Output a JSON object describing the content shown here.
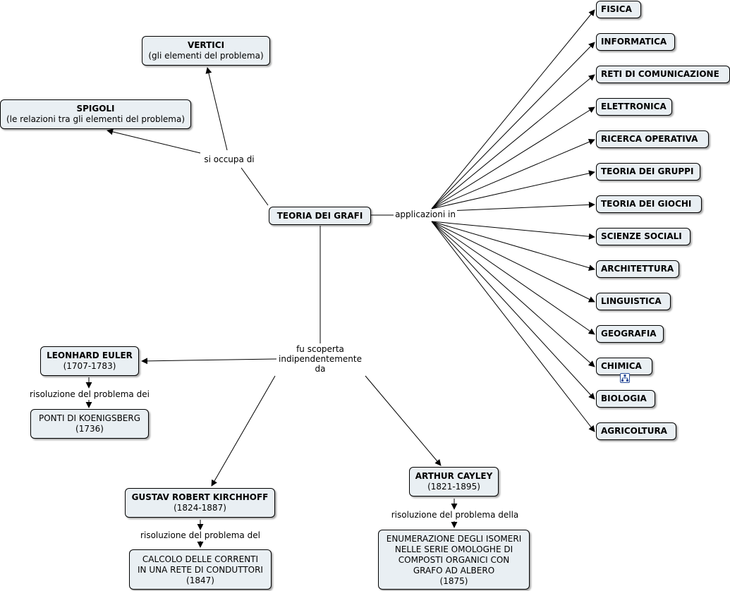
{
  "root": "TEORIA DEI GRAFI",
  "links": {
    "occupa": "si occupa di",
    "applicazioni": "applicazioni in",
    "scoperta": "fu scoperta\nindipendentemente\nda",
    "euler_res": "risoluzione del problema dei",
    "kirch_res": "risoluzione del problema del",
    "cayley_res": "risoluzione del problema della"
  },
  "vertici": {
    "title": "VERTICI",
    "sub": "(gli elementi del problema)"
  },
  "spigoli": {
    "title": "SPIGOLI",
    "sub": "(le relazioni tra gli elementi del problema)"
  },
  "applications": [
    "FISICA",
    "INFORMATICA",
    "RETI DI COMUNICAZIONE",
    "ELETTRONICA",
    "RICERCA OPERATIVA",
    "TEORIA DEI GRUPPI",
    "TEORIA DEI GIOCHI",
    "SCIENZE SOCIALI",
    "ARCHITETTURA",
    "LINGUISTICA",
    "GEOGRAFIA",
    "CHIMICA",
    "BIOLOGIA",
    "AGRICOLTURA"
  ],
  "euler": {
    "name": "LEONHARD EULER",
    "years": "(1707-1783)"
  },
  "ponti": {
    "name": "PONTI DI KOENIGSBERG",
    "year": "(1736)"
  },
  "kirchhoff": {
    "name": "GUSTAV ROBERT KIRCHHOFF",
    "years": "(1824-1887)"
  },
  "calcolo": {
    "text": "CALCOLO DELLE CORRENTI\nIN UNA RETE DI CONDUTTORI",
    "year": "(1847)"
  },
  "cayley": {
    "name": "ARTHUR CAYLEY",
    "years": "(1821-1895)"
  },
  "enumerazione": {
    "text": "ENUMERAZIONE DEGLI ISOMERI\nNELLE SERIE OMOLOGHE DI\nCOMPOSTI ORGANICI CON\nGRAFO AD ALBERO",
    "year": "(1875)"
  },
  "chimica_icon": "concept-map-link-icon"
}
